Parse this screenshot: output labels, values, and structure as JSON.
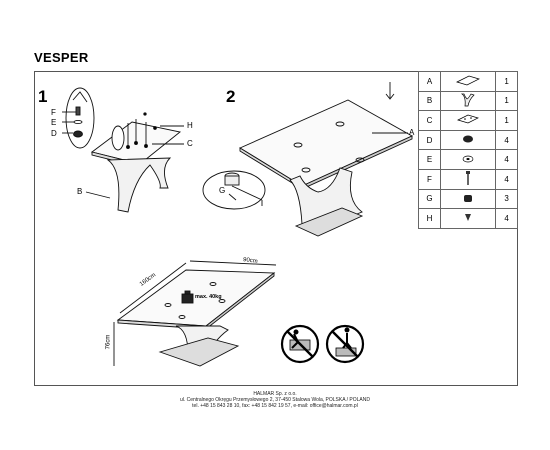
{
  "document": {
    "title": "VESPER",
    "steps": [
      "1",
      "2"
    ],
    "callouts": {
      "step1": [
        "F",
        "E",
        "D",
        "H",
        "C",
        "B"
      ],
      "step2": [
        "A",
        "G"
      ]
    },
    "dimensions": {
      "length": "160cm",
      "width": "90cm",
      "height": "76cm",
      "max_load": "max. 40kg"
    }
  },
  "parts_table": [
    {
      "letter": "A",
      "icon": "glass-top-icon",
      "qty": "1"
    },
    {
      "letter": "B",
      "icon": "base-leg-icon",
      "qty": "1"
    },
    {
      "letter": "C",
      "icon": "mounting-plate-icon",
      "qty": "1"
    },
    {
      "letter": "D",
      "icon": "suction-pad-icon",
      "qty": "4"
    },
    {
      "letter": "E",
      "icon": "washer-icon",
      "qty": "4"
    },
    {
      "letter": "F",
      "icon": "bolt-icon",
      "qty": "4"
    },
    {
      "letter": "G",
      "icon": "allen-key-icon",
      "qty": "3"
    },
    {
      "letter": "H",
      "icon": "screw-icon",
      "qty": "4"
    }
  ],
  "footer": {
    "line1": "HALMAR Sp. z o.o.",
    "line2": "ul. Centralnego Okręgu Przemysłowego 2, 37-450 Stalowa Wola, POLSKA / POLAND",
    "line3": "tel. +48 15 843 28 10, fax: +48 15 842 19 57, e-mail: office@halmar.com.pl"
  }
}
